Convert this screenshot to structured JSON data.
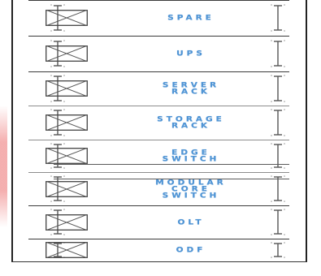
{
  "rack": {
    "slots": [
      {
        "label": "SPARE"
      },
      {
        "label": "UPS"
      },
      {
        "label": "SERVER\nRACK"
      },
      {
        "label": "STORAGE\nRACK"
      },
      {
        "label": "EDGE\nSWITCH"
      },
      {
        "label": "MODULAR\nCORE\nSWITCH"
      },
      {
        "label": "OLT"
      },
      {
        "label": "ODF"
      }
    ]
  },
  "colors": {
    "label_text": "#4f95d6",
    "rack_line": "#222222",
    "side_accent": "#ec6e6e"
  }
}
